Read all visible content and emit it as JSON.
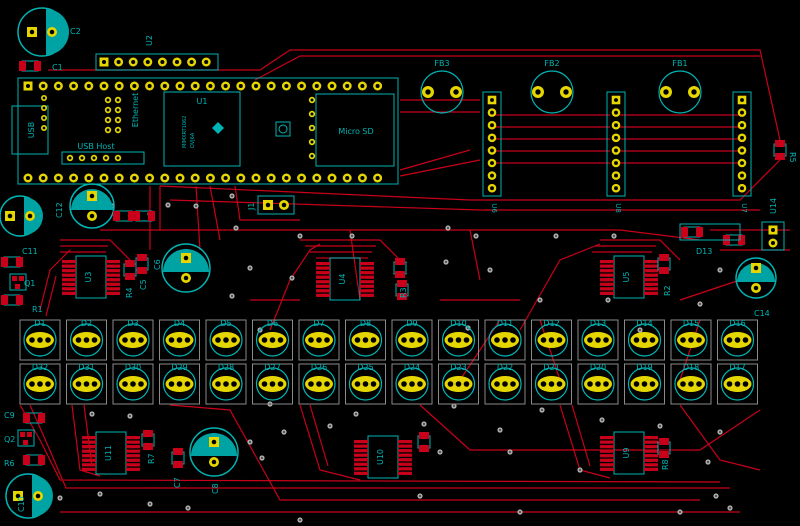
{
  "colors": {
    "background": "#000000",
    "trace": "#c8001a",
    "pad": "#e5d600",
    "silk": "#00b5b5",
    "hole": "#00a3a3",
    "via": "#b0b0b0",
    "courtyard": "#8a8a8a"
  },
  "module": {
    "label": "U1",
    "chip_text_1": "MIMXRT1062",
    "chip_text_2": "DVJ6A",
    "usb_label": "USB",
    "usb_host_label": "USB Host",
    "ethernet_label": "Ethernet",
    "sd_label": "Micro SD"
  },
  "header_u2": "U2",
  "ferrites": [
    "FB3",
    "FB2",
    "FB1"
  ],
  "headers": [
    "U6",
    "U8",
    "U7"
  ],
  "top_labels": {
    "c1": "C1",
    "c2": "C2",
    "c12": "C12",
    "c11": "C11",
    "c6": "C6",
    "c5": "C5",
    "q1": "Q1",
    "r1": "R1",
    "j1": "J1",
    "r5": "R5",
    "d13": "D13",
    "u14": "U14",
    "c14": "C14",
    "r3": "R3",
    "r2": "R2",
    "r4": "R4"
  },
  "drivers_top": [
    "U3",
    "U4",
    "U5"
  ],
  "drivers_bottom": [
    "U11",
    "U10",
    "U9"
  ],
  "row1_leds": [
    "D1",
    "D2",
    "D3",
    "D4",
    "D5",
    "D6",
    "D7",
    "D8",
    "D9",
    "D10",
    "D11",
    "D12",
    "D13",
    "D14",
    "D15",
    "D16"
  ],
  "row2_leds": [
    "D32",
    "D31",
    "D30",
    "D29",
    "D28",
    "D27",
    "D26",
    "D25",
    "D24",
    "D23",
    "D22",
    "D21",
    "D20",
    "D19",
    "D18",
    "D17"
  ],
  "bottom_labels": {
    "c9": "C9",
    "q2": "Q2",
    "r6": "R6",
    "c10": "C10",
    "c8": "C8",
    "c7": "C7",
    "r7": "R7",
    "r8": "R8"
  }
}
